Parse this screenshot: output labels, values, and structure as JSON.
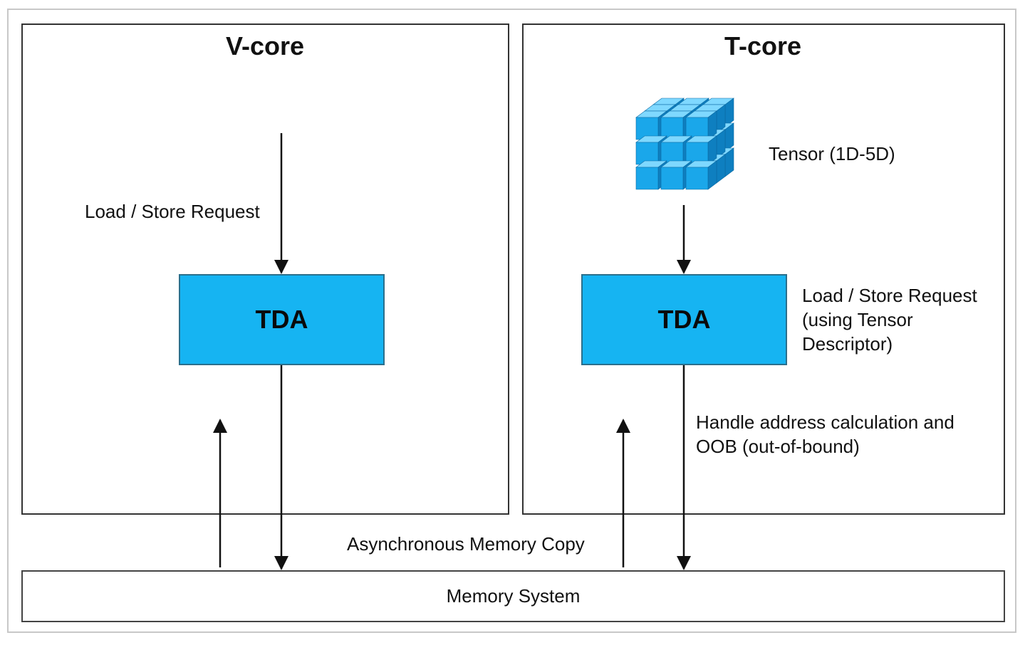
{
  "vcore": {
    "title": "V-core",
    "request_label": "Load / Store Request",
    "tda_label": "TDA"
  },
  "tcore": {
    "title": "T-core",
    "tensor_label": "Tensor (1D-5D)",
    "tda_label": "TDA",
    "request_label_lines": [
      "Load / Store Request",
      "(using Tensor",
      "Descriptor)"
    ],
    "handle_label_lines": [
      "Handle address calculation and",
      "OOB (out-of-bound)"
    ]
  },
  "async_copy_label": "Asynchronous Memory Copy",
  "memory_system_label": "Memory System",
  "colors": {
    "tda_fill": "#16b4f2",
    "cube_top": "#7fd8ff",
    "cube_front": "#1aa7ea",
    "cube_side": "#0e7fc0"
  }
}
